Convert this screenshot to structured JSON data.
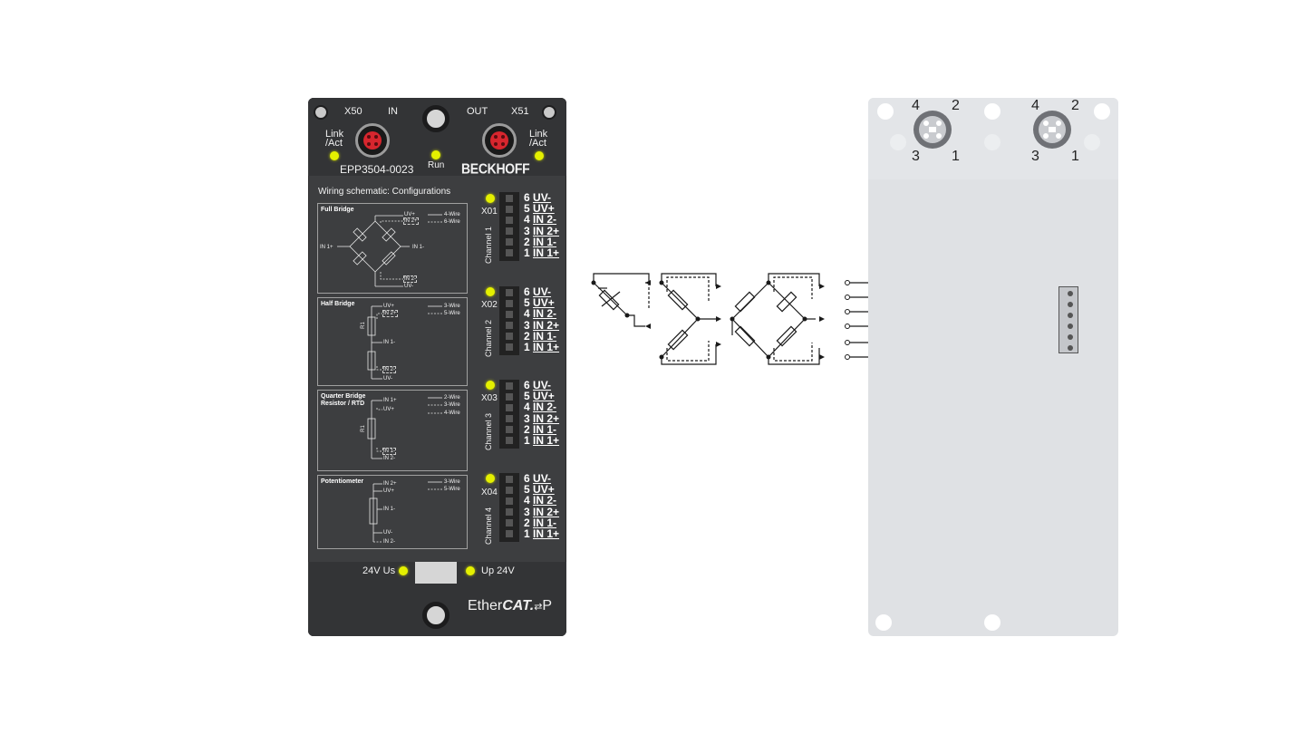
{
  "device": {
    "left_port_label": "X50",
    "left_port_dir": "IN",
    "right_port_dir": "OUT",
    "right_port_label": "X51",
    "link_left": [
      "Link",
      "/Act"
    ],
    "link_right": [
      "Link",
      "/Act"
    ],
    "run_label": "Run",
    "model": "EPP3504-0023",
    "brand": "BECKHOFF",
    "wiring_title": "Wiring schematic: Configurations",
    "us_label": "24V Us",
    "up_label": "Up 24V",
    "bus_logo": {
      "text_regular": "Ether",
      "text_bold": "CAT.",
      "suffix": "P"
    }
  },
  "panels": [
    {
      "title": [
        "Full Bridge"
      ],
      "labels": {
        "top": "UV+",
        "top_sense": "IN 2+",
        "left": "IN 1+",
        "right": "IN 1-",
        "bottom_sense": "IN 2-",
        "bottom": "UV-"
      },
      "legend": [
        {
          "style": "solid",
          "text": "4-Wire"
        },
        {
          "style": "dashed",
          "text": "6-Wire"
        }
      ]
    },
    {
      "title": [
        "Half Bridge"
      ],
      "labels": {
        "top": "UV+",
        "top_sense": "IN 2+",
        "mid": "IN 1-",
        "bottom_sense": "IN 2-",
        "bottom": "UV-",
        "resistor": "R1"
      },
      "legend": [
        {
          "style": "solid",
          "text": "3-Wire"
        },
        {
          "style": "dashed",
          "text": "5-Wire"
        }
      ]
    },
    {
      "title": [
        "Quarter Bridge",
        "Resistor / RTD"
      ],
      "labels": {
        "top": "IN 1+",
        "sense": "UV+",
        "bottom_sense": "IN 1-",
        "bottom": "IN 2-",
        "resistor": "R1"
      },
      "legend": [
        {
          "style": "solid",
          "text": "2-Wire"
        },
        {
          "style": "dashed",
          "text": "3-Wire"
        },
        {
          "style": "dashed",
          "text": "4-Wire"
        }
      ]
    },
    {
      "title": [
        "Potentiometer"
      ],
      "labels": {
        "top": "IN 2+",
        "sense": "UV+",
        "mid": "IN 1-",
        "bottom": "UV-",
        "bottom_sense": "IN 2-"
      },
      "legend": [
        {
          "style": "solid",
          "text": "3-Wire"
        },
        {
          "style": "dashed",
          "text": "5-Wire"
        }
      ]
    }
  ],
  "channels": [
    {
      "connector": "X01",
      "name": "Channel 1"
    },
    {
      "connector": "X02",
      "name": "Channel 2"
    },
    {
      "connector": "X03",
      "name": "Channel 3"
    },
    {
      "connector": "X04",
      "name": "Channel 4"
    }
  ],
  "pin_rows": [
    {
      "num": "6",
      "sig": "UV-"
    },
    {
      "num": "5",
      "sig": "UV+"
    },
    {
      "num": "4",
      "sig": "IN 2-"
    },
    {
      "num": "3",
      "sig": "IN 2+"
    },
    {
      "num": "2",
      "sig": "IN 1-"
    },
    {
      "num": "1",
      "sig": "IN 1+"
    }
  ],
  "gray_device": {
    "connectors": [
      {
        "pins": {
          "p4": "4",
          "p2": "2",
          "p3": "3",
          "p1": "1"
        }
      },
      {
        "pins": {
          "p4": "4",
          "p2": "2",
          "p3": "3",
          "p1": "1"
        }
      }
    ]
  },
  "colors": {
    "led": "#e4f000",
    "port_red": "#d7262e",
    "housing": "#3d3e40",
    "gray_housing": "#dfe1e4"
  }
}
